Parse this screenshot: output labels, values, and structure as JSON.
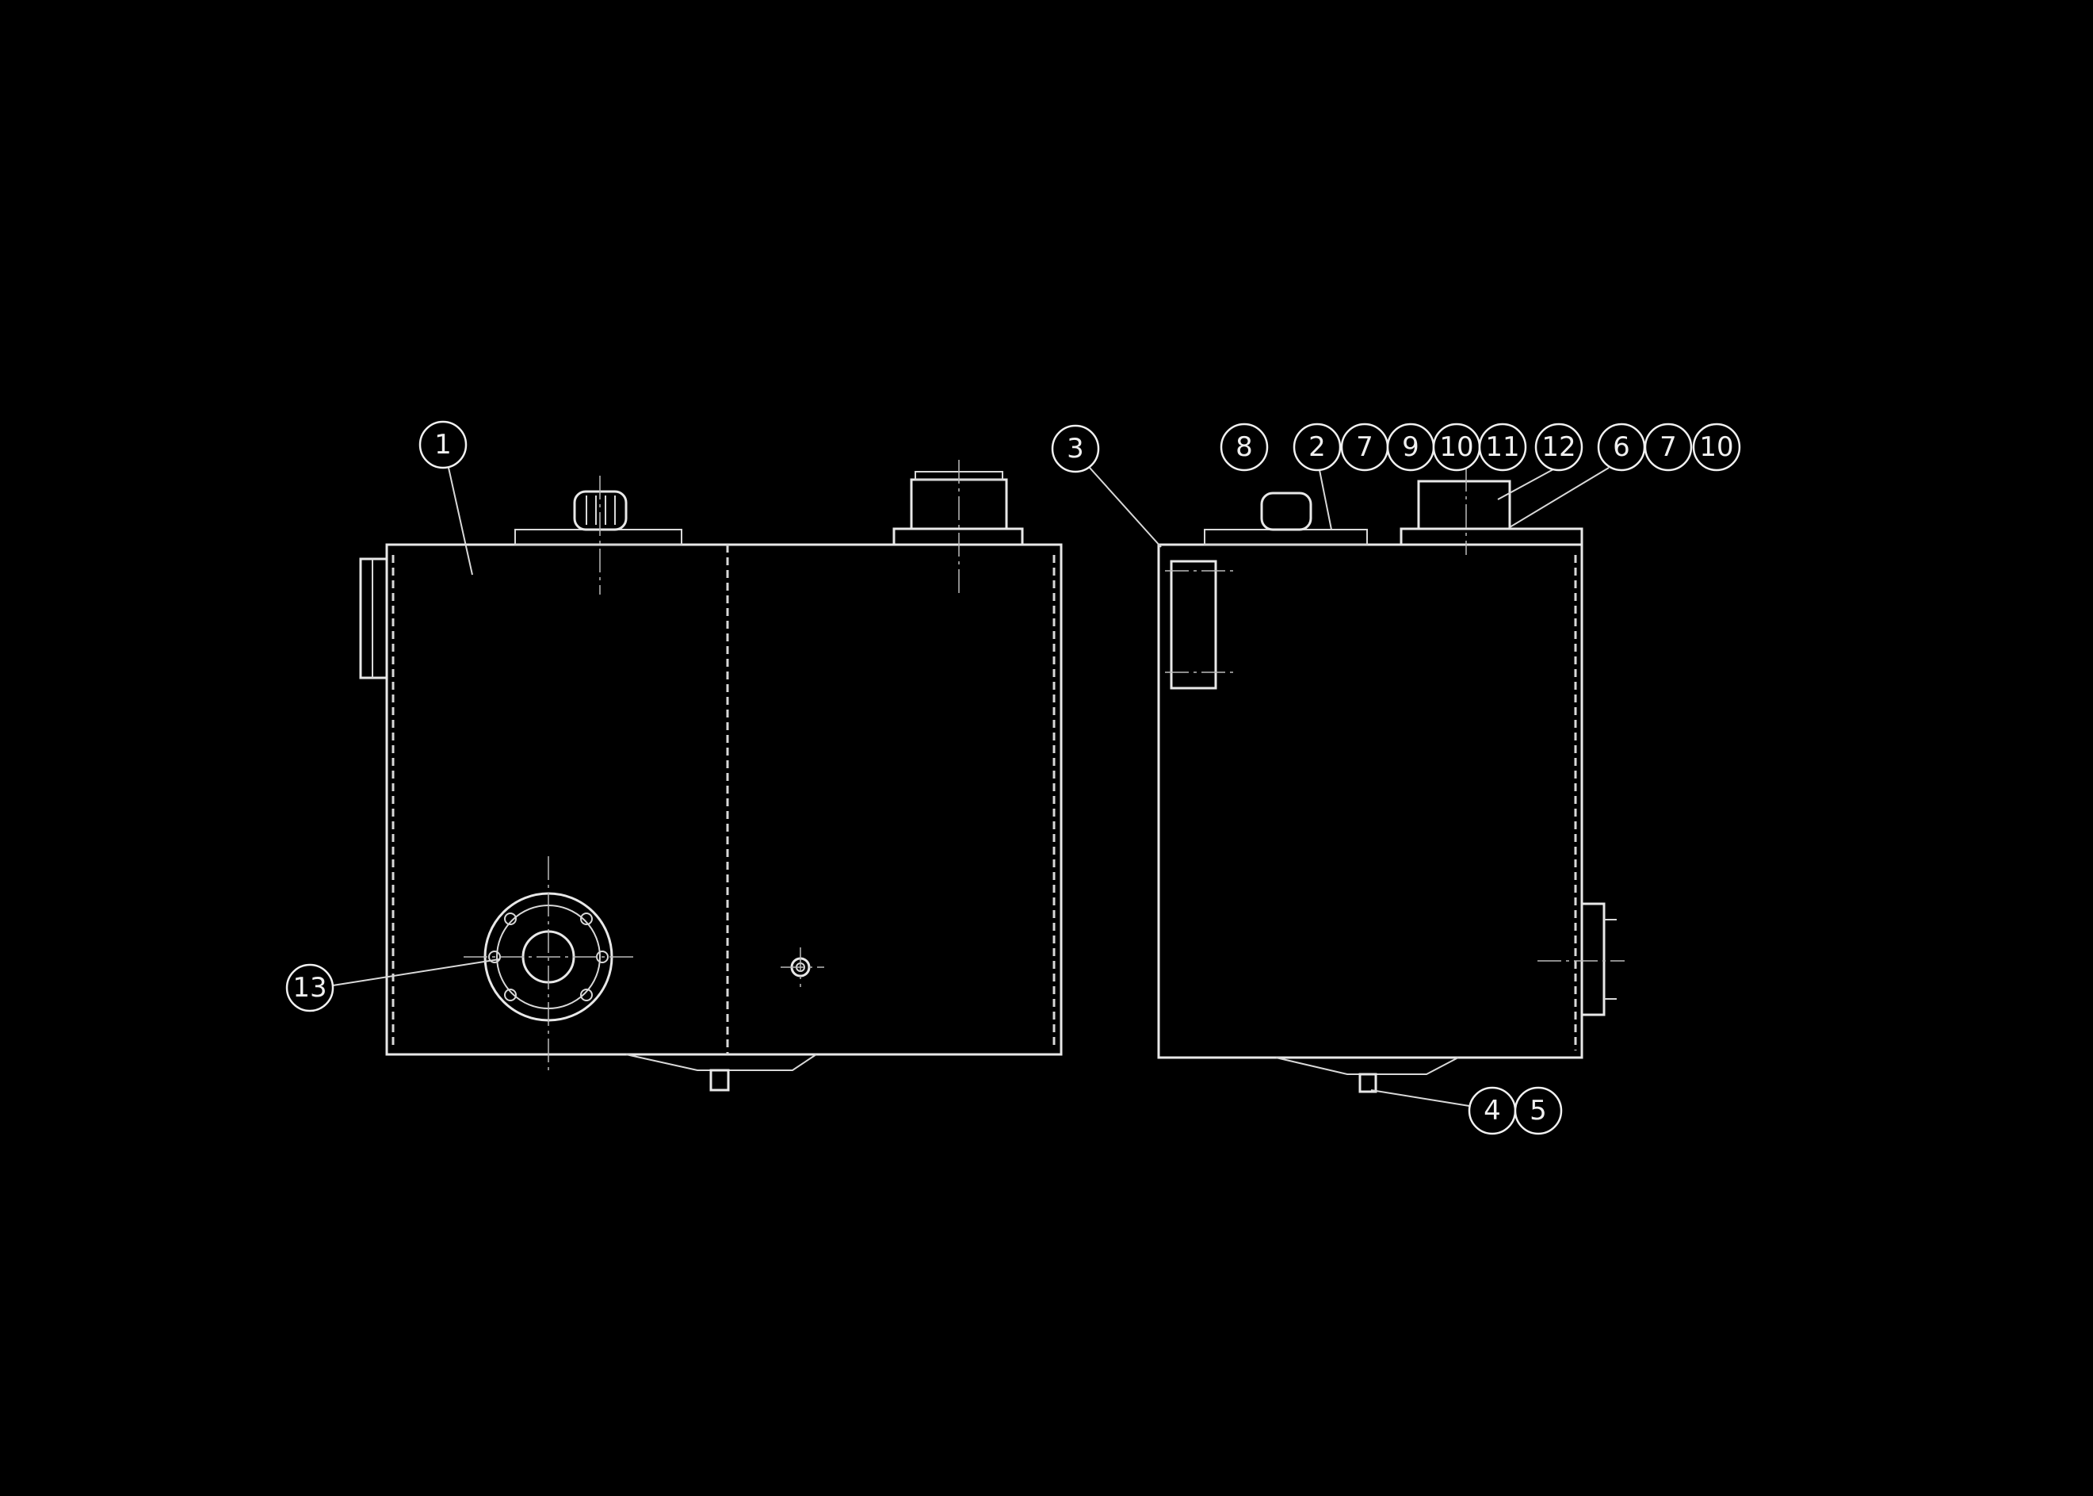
{
  "drawing": {
    "title": "Hydraulic tank assembly - front and side view",
    "balloons_front": [
      "1",
      "13"
    ],
    "balloons_side_top": [
      "3",
      "8",
      "2",
      "7",
      "9",
      "10",
      "11",
      "12",
      "6",
      "7",
      "10"
    ],
    "balloons_side_bottom": [
      "4",
      "5"
    ]
  },
  "colors": {
    "background": "#000000",
    "line": "#e8e8e8"
  }
}
